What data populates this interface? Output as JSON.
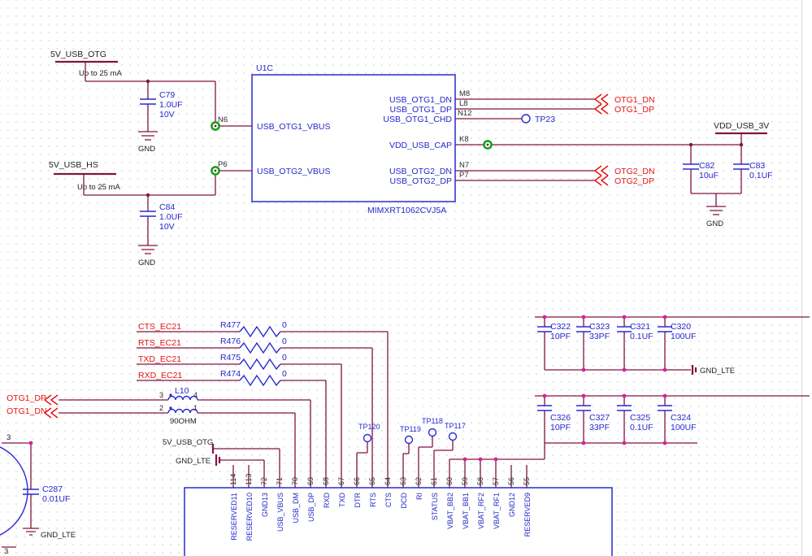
{
  "labels": {
    "gnd": "GND",
    "gnd_lte": "GND_LTE",
    "current_note": "Up to 25 mA",
    "rail_5v_otg": "5V_USB_OTG",
    "rail_5v_hs": "5V_USB_HS",
    "vdd_usb_3v": "VDD_USB_3V"
  },
  "nets": {
    "otg1_dn": "OTG1_DN",
    "otg1_dp": "OTG1_DP",
    "otg2_dn": "OTG2_DN",
    "otg2_dp": "OTG2_DP"
  },
  "u1c": {
    "ref": "U1C",
    "part": "MIMXRT1062CVJ5A",
    "pins": {
      "vbus1": {
        "num": "N6",
        "name": "USB_OTG1_VBUS"
      },
      "vbus2": {
        "num": "P6",
        "name": "USB_OTG2_VBUS"
      },
      "dn1": {
        "num": "M8",
        "name": "USB_OTG1_DN"
      },
      "dp1": {
        "num": "L8",
        "name": "USB_OTG1_DP"
      },
      "chd1": {
        "num": "N12",
        "name": "USB_OTG1_CHD"
      },
      "cap": {
        "num": "K8",
        "name": "VDD_USB_CAP"
      },
      "dn2": {
        "num": "N7",
        "name": "USB_OTG2_DN"
      },
      "dp2": {
        "num": "P7",
        "name": "USB_OTG2_DP"
      }
    }
  },
  "caps": {
    "c79": {
      "ref": "C79",
      "value": "1.0UF",
      "voltage": "10V"
    },
    "c84": {
      "ref": "C84",
      "value": "1.0UF",
      "voltage": "10V"
    },
    "c82": {
      "ref": "C82",
      "value": "10uF"
    },
    "c83": {
      "ref": "C83",
      "value": "0.1UF"
    },
    "c287": {
      "ref": "C287",
      "value": "0.01UF"
    }
  },
  "tps": {
    "tp23": "TP23",
    "tp117": "TP117",
    "tp118": "TP118",
    "tp119": "TP119",
    "tp120": "TP120"
  },
  "rows": [
    {
      "net": "CTS_EC21",
      "ref": "R477",
      "value": "0"
    },
    {
      "net": "RTS_EC21",
      "ref": "R476",
      "value": "0"
    },
    {
      "net": "TXD_EC21",
      "ref": "R475",
      "value": "0"
    },
    {
      "net": "RXD_EC21",
      "ref": "R474",
      "value": "0"
    }
  ],
  "l10": {
    "ref": "L10",
    "value": "90OHM",
    "p1": "1",
    "p2": "2",
    "p3": "3",
    "p4": "4"
  },
  "conn": {
    "pin3": "3"
  },
  "ic": {
    "pins": [
      {
        "num": "114",
        "name": "RESERVED11"
      },
      {
        "num": "113",
        "name": "RESERVED10"
      },
      {
        "num": "72",
        "name": "GND13"
      },
      {
        "num": "71",
        "name": "USB_VBUS"
      },
      {
        "num": "70",
        "name": "USB_DM"
      },
      {
        "num": "69",
        "name": "USB_DP"
      },
      {
        "num": "68",
        "name": "RXD"
      },
      {
        "num": "67",
        "name": "TXD"
      },
      {
        "num": "66",
        "name": "DTR"
      },
      {
        "num": "65",
        "name": "RTS"
      },
      {
        "num": "64",
        "name": "CTS"
      },
      {
        "num": "63",
        "name": "DCD"
      },
      {
        "num": "62",
        "name": "RI"
      },
      {
        "num": "61",
        "name": "STATUS"
      },
      {
        "num": "60",
        "name": "VBAT_BB2"
      },
      {
        "num": "59",
        "name": "VBAT_BB1"
      },
      {
        "num": "58",
        "name": "VBAT_RF2"
      },
      {
        "num": "57",
        "name": "VBAT_RF1"
      },
      {
        "num": "56",
        "name": "GND12"
      },
      {
        "num": "55",
        "name": "RESERVED9"
      }
    ]
  },
  "bank1": [
    {
      "ref": "C322",
      "value": "10PF"
    },
    {
      "ref": "C323",
      "value": "33PF"
    },
    {
      "ref": "C321",
      "value": "0.1UF"
    },
    {
      "ref": "C320",
      "value": "100UF"
    }
  ],
  "bank2": [
    {
      "ref": "C326",
      "value": "10PF"
    },
    {
      "ref": "C327",
      "value": "33PF"
    },
    {
      "ref": "C325",
      "value": "0.1UF"
    },
    {
      "ref": "C324",
      "value": "100UF"
    }
  ]
}
